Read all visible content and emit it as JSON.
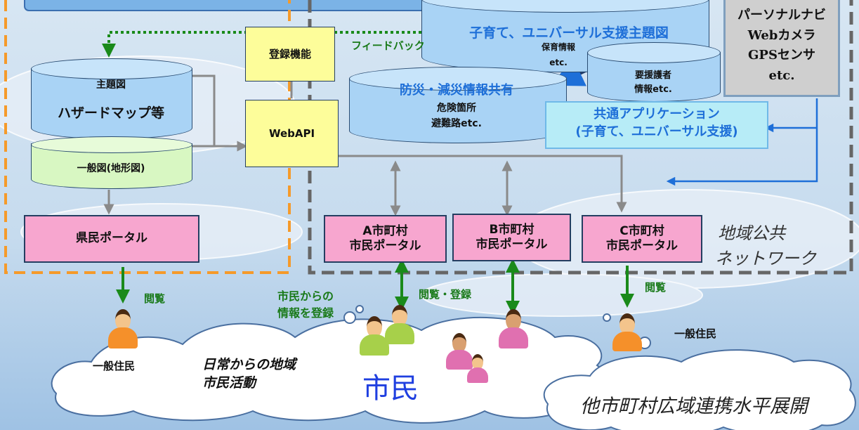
{
  "themes": {
    "childcare_universal": "子育て、ユニバーサル支援主題図",
    "childcare_info_l1": "保育情報",
    "childcare_info_l2": "etc.",
    "needs_support_l1": "要援護者",
    "needs_support_l2": "情報etc.",
    "disaster_title": "防災・減災情報共有",
    "disaster_l1": "危険箇所",
    "disaster_l2": "避難路etc.",
    "main_map": "主題図",
    "hazard_map": "ハザードマップ等",
    "general_map": "一般図(地形図)"
  },
  "devices": {
    "line1": "パーソナルナビ",
    "line2": "Webカメラ",
    "line3": "GPSセンサ",
    "line4": "etc."
  },
  "functions": {
    "register": "登録機能",
    "webapi": "WebAPI",
    "feedback": "フィードバック"
  },
  "common_app": {
    "line1": "共通アプリケーション",
    "line2": "(子育て、ユニバーサル支援)"
  },
  "portals": {
    "prefecture": "県民ポータル",
    "a_l1": "A市町村",
    "a_l2": "市民ポータル",
    "b_l1": "B市町村",
    "b_l2": "市民ポータル",
    "c_l1": "C市町村",
    "c_l2": "市民ポータル"
  },
  "network_label": {
    "line1": "地域公共",
    "line2": "ネットワーク"
  },
  "flows": {
    "browse_left": "閲覧",
    "citizen_info_l1": "市民からの",
    "citizen_info_l2": "情報を登録",
    "browse_register": "閲覧・登録",
    "browse_right": "閲覧"
  },
  "people": {
    "resident_left": "一般住民",
    "resident_right": "一般住民",
    "citizens": "市民",
    "daily_activity_l1": "日常からの地域",
    "daily_activity_l2": "市民活動",
    "expansion": "他市町村広域連携水平展開"
  },
  "colors": {
    "orange_border": "#f59a2a",
    "gray_border": "#555555",
    "cylinder_blue": "#a9d3f5",
    "cylinder_green": "#d8f7c2",
    "pink": "#f7a6cf",
    "yellow": "#fdfd9a",
    "arrow_green": "#1a8a1a",
    "citizens_blue": "#1f3fe0"
  }
}
